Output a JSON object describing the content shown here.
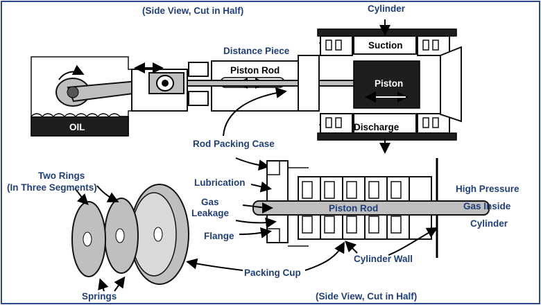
{
  "labels": {
    "top_caption": "(Side View, Cut in Half)",
    "cylinder": "Cylinder",
    "suction": "Suction",
    "distance_piece": "Distance Piece",
    "piston_rod_top": "Piston Rod",
    "piston": "Piston",
    "oil": "OIL",
    "discharge": "Discharge",
    "rod_packing_case": "Rod Packing Case",
    "two_rings_line1": "Two Rings",
    "two_rings_line2": "(In Three Segments)",
    "lubrication": "Lubrication",
    "gas_leakage_line1": "Gas",
    "gas_leakage_line2": "Leakage",
    "flange": "Flange",
    "piston_rod_bottom": "Piston Rod",
    "high_pressure_line1": "High Pressure",
    "high_pressure_line2": "Gas Inside",
    "high_pressure_line3": "Cylinder",
    "cylinder_wall": "Cylinder Wall",
    "packing_cup": "Packing Cup",
    "springs": "Springs",
    "bottom_caption": "(Side View, Cut in Half)"
  },
  "colors": {
    "label_text": "#1f3f7a",
    "metal": "#bfbfbf",
    "dark": "#1e1e1e",
    "frame": "#2a4a8a"
  }
}
